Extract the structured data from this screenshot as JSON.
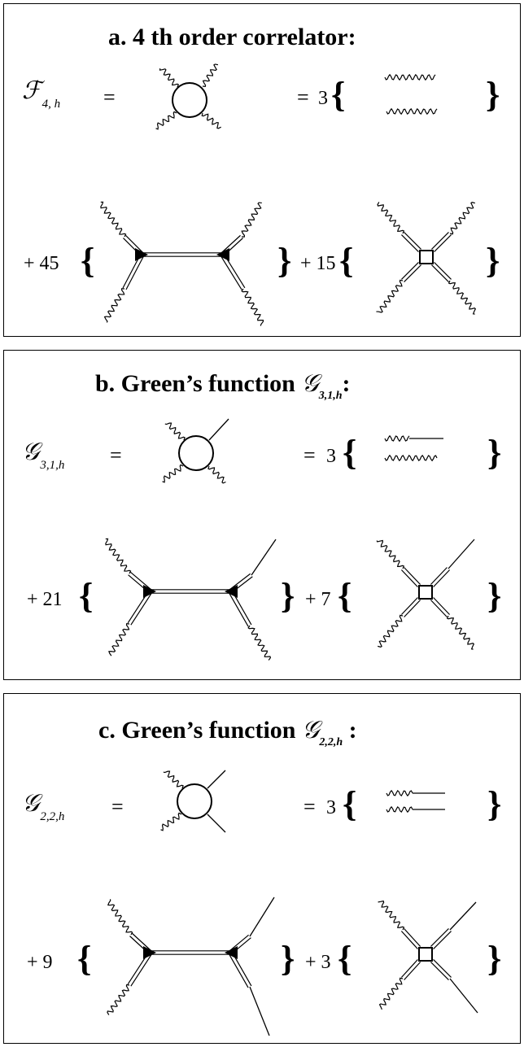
{
  "panels": [
    {
      "title_prefix": "a. 4 th order correlator:",
      "lhs_symbol": "ℱ",
      "lhs_subscript": "4, h",
      "eq1": "=",
      "eq2": "=",
      "coef_1": "3",
      "coef_2": "+ 45",
      "coef_3": "+ 15"
    },
    {
      "title_prefix": "b. Green’s function",
      "title_symbol": "𝒢",
      "title_subscript": "3,1,h",
      "title_suffix": ":",
      "lhs_symbol": "𝒢",
      "lhs_subscript": "3,1,h",
      "eq1": "=",
      "eq2": "=",
      "coef_1": "3",
      "coef_2": "+ 21",
      "coef_3": "+ 7"
    },
    {
      "title_prefix": "c. Green’s function",
      "title_symbol": "𝒢",
      "title_subscript": "2,2,h",
      "title_suffix": ":",
      "lhs_symbol": "𝒢",
      "lhs_subscript": "2,2,h",
      "eq1": "=",
      "eq2": "=",
      "coef_1": "3",
      "coef_2": "+ 9",
      "coef_3": "+ 3"
    }
  ],
  "braces": {
    "open": "{",
    "close": "}"
  }
}
